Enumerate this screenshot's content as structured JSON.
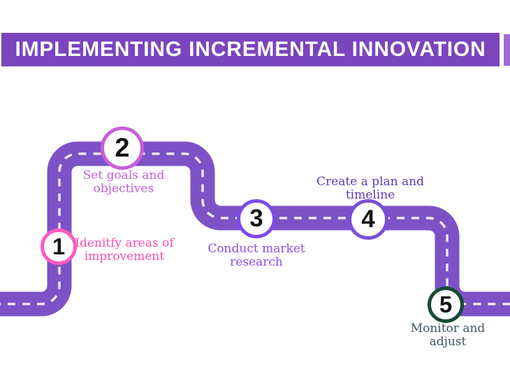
{
  "title": {
    "text": "IMPLEMENTING INCREMENTAL INNOVATION",
    "banner_color": "#7a45bd",
    "text_color": "#ffffff",
    "accent_strip_color": "#9a6ed2"
  },
  "road": {
    "color": "#7d52c6",
    "dash_color": "#ece6f2"
  },
  "steps": [
    {
      "number": "1",
      "ring_color": "#ff5cbe",
      "label_lines": [
        "Idenitfy areas of",
        "improvement"
      ],
      "label_color": "#fb4fae"
    },
    {
      "number": "2",
      "ring_color": "#c75fdb",
      "label_lines": [
        "Set goals and",
        "objectives"
      ],
      "label_color": "#c45fd6"
    },
    {
      "number": "3",
      "ring_color": "#7b4ce8",
      "label_lines": [
        "Conduct market",
        "research"
      ],
      "label_color": "#8a4fe8"
    },
    {
      "number": "4",
      "ring_color": "#7a50d2",
      "label_lines": [
        "Create a plan and",
        "timeline"
      ],
      "label_color": "#5f3db3"
    },
    {
      "number": "5",
      "ring_color": "#164a33",
      "label_lines": [
        "Monitor and",
        "adjust"
      ],
      "label_color": "#3c5862"
    }
  ]
}
